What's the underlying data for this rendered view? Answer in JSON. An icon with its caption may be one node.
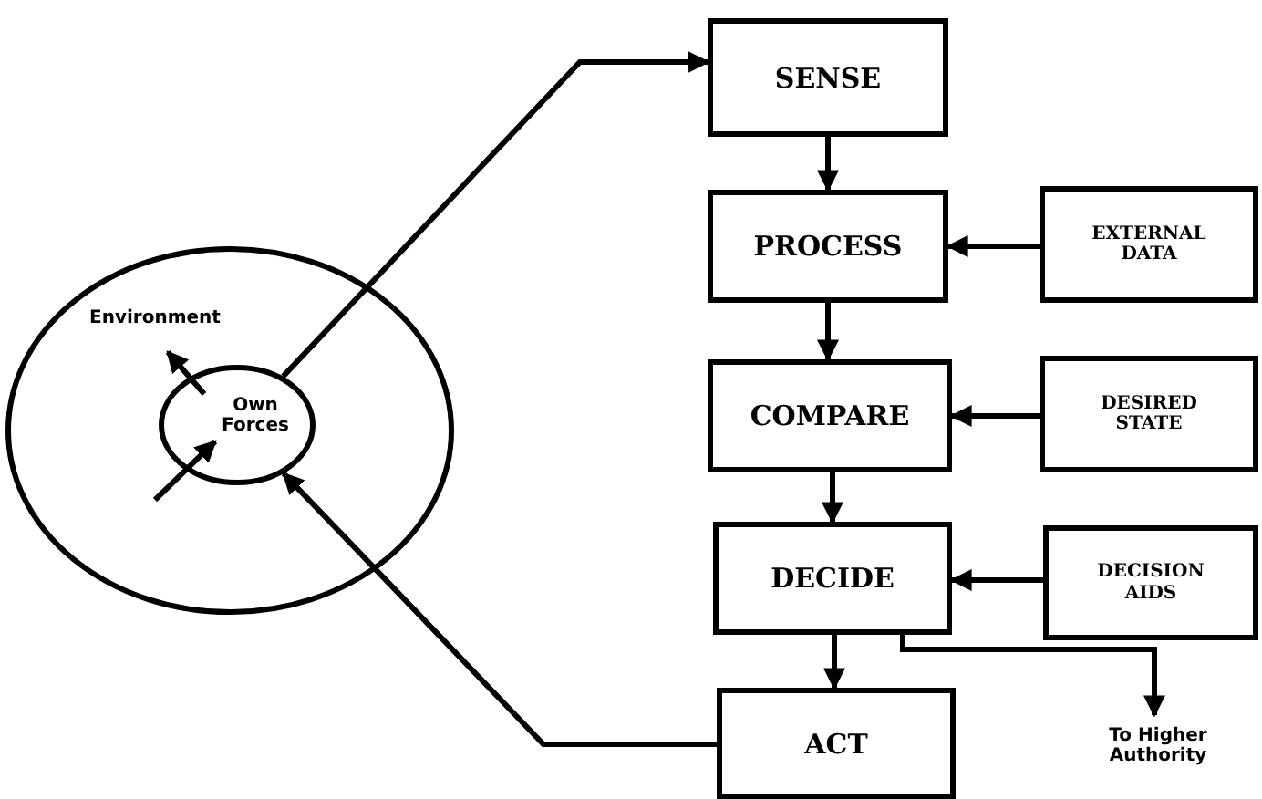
{
  "diagram": {
    "nodes": [
      {
        "text": [
          "Environment"
        ]
      },
      {
        "text": [
          "Own Forces"
        ],
        "in": 0
      },
      {
        "text": [
          "SENSE"
        ]
      },
      {
        "text": [
          "PROCESS"
        ]
      },
      {
        "text": [
          "EXTERNAL DATA"
        ]
      },
      {
        "text": [
          "COMPARE"
        ]
      },
      {
        "text": [
          "DESIRED STATE"
        ]
      },
      {
        "text": [
          "DECIDE"
        ]
      },
      {
        "text": [
          "DECISION AIDS"
        ]
      },
      {
        "text": [
          "ACT"
        ]
      },
      {
        "text": [
          "To Higher Authority"
        ]
      }
    ],
    "edges": [
      {
        "from": 1,
        "to": 2,
        "arrow": "to"
      },
      {
        "from": 2,
        "to": 3,
        "arrow": "to"
      },
      {
        "from": 4,
        "to": 3,
        "arrow": "to"
      },
      {
        "from": 3,
        "to": 5,
        "arrow": "to"
      },
      {
        "from": 6,
        "to": 5,
        "arrow": "to"
      },
      {
        "from": 5,
        "to": 7,
        "arrow": "to"
      },
      {
        "from": 8,
        "to": 7,
        "arrow": "to"
      },
      {
        "from": 7,
        "to": 9,
        "arrow": "to"
      },
      {
        "from": 7,
        "to": 10,
        "arrow": "to"
      },
      {
        "from": 9,
        "to": 1,
        "arrow": "to"
      }
    ]
  }
}
